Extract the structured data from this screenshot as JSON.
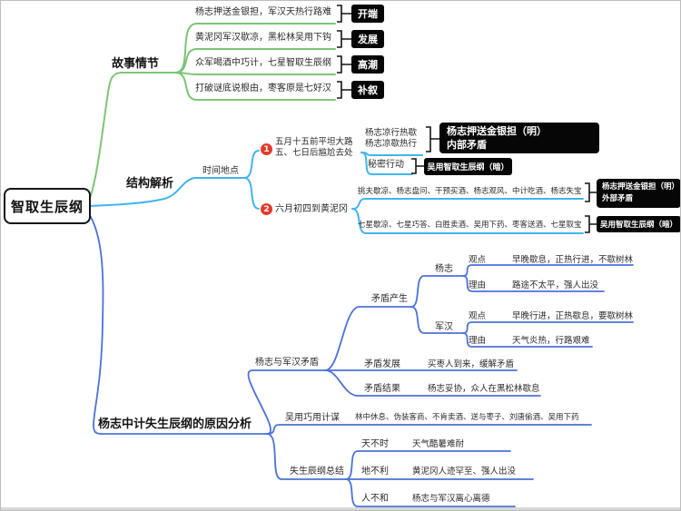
{
  "colors": {
    "story_branch": "#7cc576",
    "structure_branch": "#41b5f0",
    "analysis_branch": "#4a72d8",
    "badge": "#e23b2c",
    "tag_bg": "#060606",
    "tag_text": "#ffffff"
  },
  "root": {
    "title": "智取生辰纲"
  },
  "story": {
    "label": "故事情节",
    "items": [
      {
        "text": "杨志押送金银担，军汉天热行路难",
        "tag": "开端"
      },
      {
        "text": "黄泥冈军汉歇凉，黑松林吴用下钩",
        "tag": "发展"
      },
      {
        "text": "众军喝酒中巧计，七星智取生辰纲",
        "tag": "高潮"
      },
      {
        "text": "打破谜底说根由，枣客原是七好汉",
        "tag": "补叙"
      }
    ]
  },
  "structure": {
    "label": "结构解析",
    "time_place": "时间地点",
    "node1": {
      "badge": "1",
      "line1": "五月十五前平坦大路",
      "line2": "五、七日后尴尬去处",
      "detail1": "杨志凉行热歇",
      "detail2": "杨志凉歇热行",
      "tag_ming_line1": "杨志押送金银担（明）",
      "tag_ming_line2": "内部矛盾",
      "secret": "秘密行动",
      "tag_an": "吴用智取生辰纲（暗）"
    },
    "node2": {
      "badge": "2",
      "text": "六月初四到黄泥冈",
      "row_ming": "挑夫歇凉、杨志盘问、干预买酒、杨志观风、中计吃酒、杨志失宝",
      "tag_ming_line1": "杨志押送金银担（明）",
      "tag_ming_line2": "外部矛盾",
      "row_an": "七星歇凉、七星巧答、白胜卖酒、吴用下药、枣客送酒、七星取宝",
      "tag_an": "吴用智取生辰纲（暗）"
    }
  },
  "analysis": {
    "label": "杨志中计失生辰纲的原因分析",
    "conflict": {
      "label": "杨志与军汉矛盾",
      "origin": {
        "label": "矛盾产生",
        "yangzhi": {
          "label": "杨志",
          "view_label": "观点",
          "view": "早晚歇息，正热行进，不歇树林",
          "reason_label": "理由",
          "reason": "路途不太平，强人出没"
        },
        "junhan": {
          "label": "军汉",
          "view_label": "观点",
          "view": "早晚行进，正热歇息，要歇树林",
          "reason_label": "理由",
          "reason": "天气炎热，行路艰难"
        }
      },
      "development": {
        "label": "矛盾发展",
        "text": "买枣人到来，缓解矛盾"
      },
      "result": {
        "label": "矛盾结果",
        "text": "杨志妥协，众人在黑松林歇息"
      }
    },
    "scheme": {
      "label": "吴用巧用计谋",
      "text": "林中休息、伪装客商、不肯卖酒、送与枣子、刘唐偷酒、吴用下药"
    },
    "summary": {
      "label": "失生辰纲总结",
      "items": [
        {
          "label": "天不时",
          "text": "天气酷暑难耐"
        },
        {
          "label": "地不利",
          "text": "黄泥冈人迹罕至、强人出没"
        },
        {
          "label": "人不和",
          "text": "杨志与军汉离心离德"
        }
      ]
    }
  }
}
